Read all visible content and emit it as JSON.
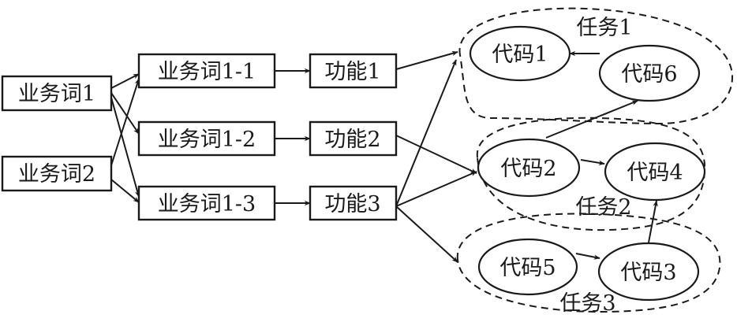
{
  "business_words": {
    "bw1": "业务词1",
    "bw2": "业务词2",
    "bw1_1": "业务词1-1",
    "bw1_2": "业务词1-2",
    "bw1_3": "业务词1-3"
  },
  "functions": {
    "f1": "功能1",
    "f2": "功能2",
    "f3": "功能3"
  },
  "codes": {
    "c1": "代码1",
    "c2": "代码2",
    "c3": "代码3",
    "c4": "代码4",
    "c5": "代码5",
    "c6": "代码6"
  },
  "tasks": {
    "t1": "任务1",
    "t2": "任务2",
    "t3": "任务3"
  }
}
